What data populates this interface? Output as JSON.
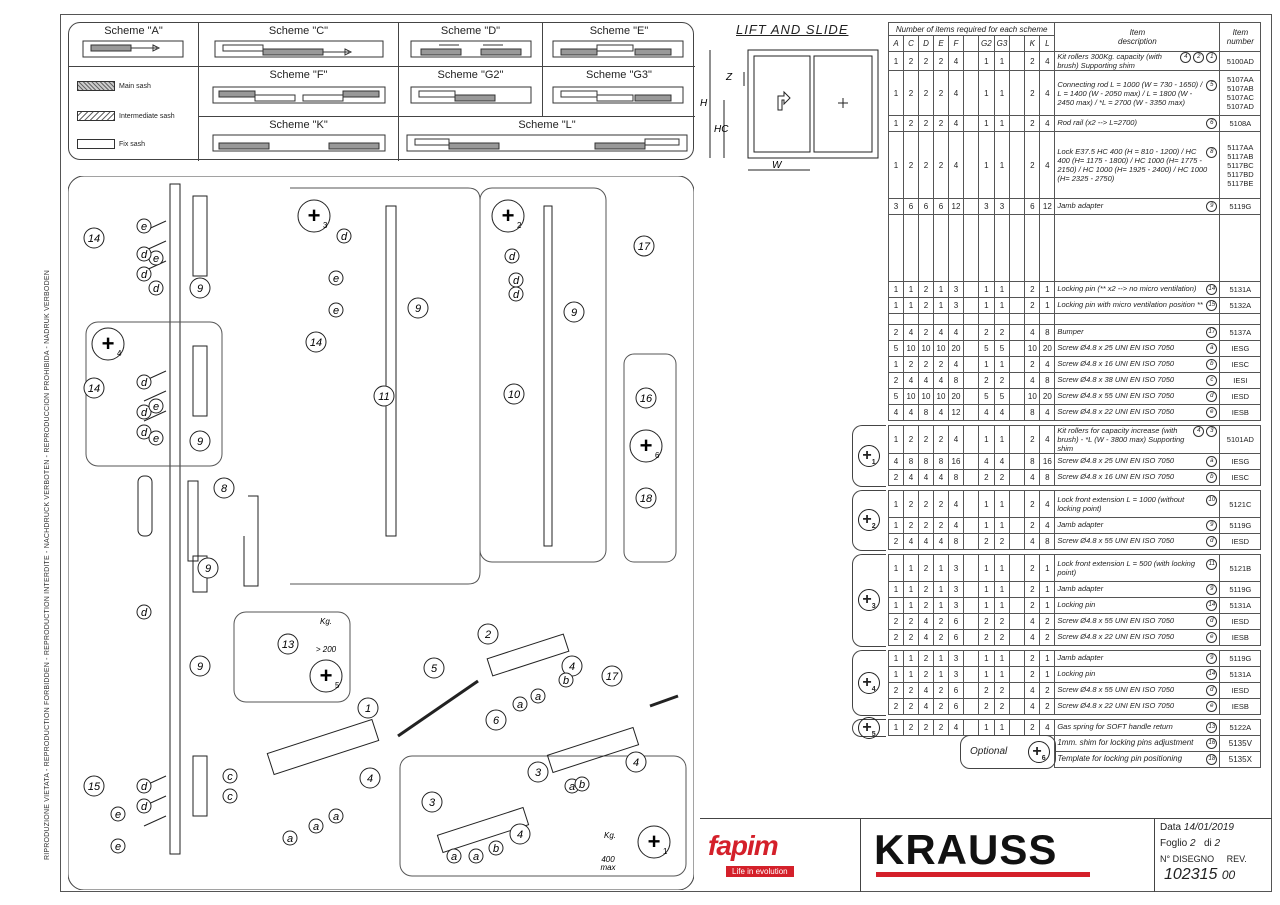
{
  "side_note": "RIPRODUZIONE VIETATA - REPRODUCTION FORBIDDEN - REPRODUCTION INTERDITE - NACHDRUCK VERBOTEN - REPRODUCCION PROHIBIDA - NADRUK VERBODEN",
  "schemes": [
    {
      "label": "Scheme  \"A\""
    },
    {
      "label": "Scheme  \"C\""
    },
    {
      "label": "Scheme  \"D\""
    },
    {
      "label": "Scheme  \"E\""
    },
    {
      "label": "Scheme  \"F\""
    },
    {
      "label": "Scheme  \"G2\""
    },
    {
      "label": "Scheme  \"G3\""
    },
    {
      "label": "Scheme  \"K\""
    },
    {
      "label": "Scheme  \"L\""
    }
  ],
  "legend": {
    "main": "Main sash",
    "inter": "Intermediate sash",
    "fix": "Fix sash"
  },
  "lift_slide": {
    "title": "LIFT  AND  SLIDE",
    "dims": [
      "Z",
      "H",
      "HC",
      "W"
    ]
  },
  "table": {
    "header_qty": "Number of items required for each scheme",
    "header_desc": "Item\ndescription",
    "header_num": "Item\nnumber",
    "cols": [
      "A",
      "C",
      "D",
      "E",
      "F",
      "",
      "G2",
      "G3",
      "",
      "K",
      "L"
    ]
  },
  "rows": [
    {
      "q": [
        "1",
        "2",
        "2",
        "2",
        "4",
        "",
        "1",
        "1",
        "",
        "2",
        "4"
      ],
      "d": "Kit rollers 300Kg. capacity (with brush) Supporting shim",
      "c": "1 2 4",
      "n": "5100AD"
    },
    {
      "q": [
        "1",
        "2",
        "2",
        "2",
        "4",
        "",
        "1",
        "1",
        "",
        "2",
        "4"
      ],
      "d": "Connecting rod  L = 1000 (W = 730 - 1650) / L = 1400 (W - 2050 max) / L = 1800 (W - 2450 max) / *L = 2700 (W - 3350 max)",
      "c": "5",
      "n": "5107AA 5107AB 5107AC 5107AD"
    },
    {
      "q": [
        "1",
        "2",
        "2",
        "2",
        "4",
        "",
        "1",
        "1",
        "",
        "2",
        "4"
      ],
      "d": "Rod rail   (x2 --> L=2700)",
      "c": "6",
      "n": "5108A"
    },
    {
      "q": [
        "1",
        "2",
        "2",
        "2",
        "4",
        "",
        "1",
        "1",
        "",
        "2",
        "4"
      ],
      "d": "Lock E37.5  HC 400 (H = 810 - 1200) / HC 400 (H= 1175 - 1800) / HC 1000 (H= 1775 - 2150) / HC 1000 (H= 1925 - 2400) / HC 1000 (H= 2325 - 2750)",
      "c": "8",
      "n": "5117AA 5117AB 5117BC 5117BD 5117BE"
    },
    {
      "q": [
        "3",
        "6",
        "6",
        "6",
        "12",
        "",
        "3",
        "3",
        "",
        "6",
        "12"
      ],
      "d": "Jamb adapter",
      "c": "9",
      "n": "5119G"
    },
    {
      "q": [
        "1",
        "1",
        "2",
        "1",
        "3",
        "",
        "1",
        "1",
        "",
        "2",
        "1"
      ],
      "d": "Locking pin (** x2 --> no micro ventilation)",
      "c": "14",
      "n": "5131A"
    },
    {
      "q": [
        "1",
        "1",
        "2",
        "1",
        "3",
        "",
        "1",
        "1",
        "",
        "2",
        "1"
      ],
      "d": "Locking pin with micro ventilation position **",
      "c": "15",
      "n": "5132A"
    },
    {
      "q": [
        "2",
        "4",
        "2",
        "4",
        "4",
        "",
        "2",
        "2",
        "",
        "4",
        "8"
      ],
      "d": "Bumper",
      "c": "17",
      "n": "5137A"
    },
    {
      "q": [
        "5",
        "10",
        "10",
        "10",
        "20",
        "",
        "5",
        "5",
        "",
        "10",
        "20"
      ],
      "d": "Screw Ø4.8 x 25 UNI EN ISO 7050",
      "c": "a",
      "n": "IESG"
    },
    {
      "q": [
        "1",
        "2",
        "2",
        "2",
        "4",
        "",
        "1",
        "1",
        "",
        "2",
        "4"
      ],
      "d": "Screw Ø4.8 x 16 UNI EN ISO 7050",
      "c": "b",
      "n": "IESC"
    },
    {
      "q": [
        "2",
        "4",
        "4",
        "4",
        "8",
        "",
        "2",
        "2",
        "",
        "4",
        "8"
      ],
      "d": "Screw Ø4.8 x 38 UNI EN ISO 7050",
      "c": "c",
      "n": "IESI"
    },
    {
      "q": [
        "5",
        "10",
        "10",
        "10",
        "20",
        "",
        "5",
        "5",
        "",
        "10",
        "20"
      ],
      "d": "Screw Ø4.8 x 55 UNI EN ISO 7050",
      "c": "d",
      "n": "IESD"
    },
    {
      "q": [
        "4",
        "4",
        "8",
        "4",
        "12",
        "",
        "4",
        "4",
        "",
        "8",
        "4"
      ],
      "d": "Screw Ø4.8 x 22 UNI EN ISO 7050",
      "c": "e",
      "n": "IESB"
    }
  ],
  "groups": [
    {
      "tag": "+1",
      "rows": [
        {
          "q": [
            "1",
            "2",
            "2",
            "2",
            "4",
            "",
            "1",
            "1",
            "",
            "2",
            "4"
          ],
          "d": "Kit rollers for capacity increase (with brush) - *L (W - 3800 max) Supporting shim",
          "c": "3 4",
          "n": "5101AD"
        },
        {
          "q": [
            "4",
            "8",
            "8",
            "8",
            "16",
            "",
            "4",
            "4",
            "",
            "8",
            "16"
          ],
          "d": "Screw Ø4.8 x 25 UNI EN ISO 7050",
          "c": "a",
          "n": "IESG"
        },
        {
          "q": [
            "2",
            "4",
            "4",
            "4",
            "8",
            "",
            "2",
            "2",
            "",
            "4",
            "8"
          ],
          "d": "Screw Ø4.8 x 16 UNI EN ISO 7050",
          "c": "b",
          "n": "IESC"
        }
      ]
    },
    {
      "tag": "+2",
      "rows": [
        {
          "q": [
            "1",
            "2",
            "2",
            "2",
            "4",
            "",
            "1",
            "1",
            "",
            "2",
            "4"
          ],
          "d": "Lock front extension L = 1000 (without locking point)",
          "c": "10",
          "n": "5121C"
        },
        {
          "q": [
            "1",
            "2",
            "2",
            "2",
            "4",
            "",
            "1",
            "1",
            "",
            "2",
            "4"
          ],
          "d": "Jamb adapter",
          "c": "9",
          "n": "5119G"
        },
        {
          "q": [
            "2",
            "4",
            "4",
            "4",
            "8",
            "",
            "2",
            "2",
            "",
            "4",
            "8"
          ],
          "d": "Screw Ø4.8 x 55 UNI EN ISO 7050",
          "c": "d",
          "n": "IESD"
        }
      ]
    },
    {
      "tag": "+3",
      "rows": [
        {
          "q": [
            "1",
            "1",
            "2",
            "1",
            "3",
            "",
            "1",
            "1",
            "",
            "2",
            "1"
          ],
          "d": "Lock front extension L = 500 (with locking point)",
          "c": "11",
          "n": "5121B"
        },
        {
          "q": [
            "1",
            "1",
            "2",
            "1",
            "3",
            "",
            "1",
            "1",
            "",
            "2",
            "1"
          ],
          "d": "Jamb adapter",
          "c": "9",
          "n": "5119G"
        },
        {
          "q": [
            "1",
            "1",
            "2",
            "1",
            "3",
            "",
            "1",
            "1",
            "",
            "2",
            "1"
          ],
          "d": "Locking pin",
          "c": "14",
          "n": "5131A"
        },
        {
          "q": [
            "2",
            "2",
            "4",
            "2",
            "6",
            "",
            "2",
            "2",
            "",
            "4",
            "2"
          ],
          "d": "Screw Ø4.8 x 55 UNI EN ISO 7050",
          "c": "d",
          "n": "IESD"
        },
        {
          "q": [
            "2",
            "2",
            "4",
            "2",
            "6",
            "",
            "2",
            "2",
            "",
            "4",
            "2"
          ],
          "d": "Screw Ø4.8 x 22 UNI EN ISO 7050",
          "c": "e",
          "n": "IESB"
        }
      ]
    },
    {
      "tag": "+4",
      "rows": [
        {
          "q": [
            "1",
            "1",
            "2",
            "1",
            "3",
            "",
            "1",
            "1",
            "",
            "2",
            "1"
          ],
          "d": "Jamb adapter",
          "c": "9",
          "n": "5119G"
        },
        {
          "q": [
            "1",
            "1",
            "2",
            "1",
            "3",
            "",
            "1",
            "1",
            "",
            "2",
            "1"
          ],
          "d": "Locking pin",
          "c": "14",
          "n": "5131A"
        },
        {
          "q": [
            "2",
            "2",
            "4",
            "2",
            "6",
            "",
            "2",
            "2",
            "",
            "4",
            "2"
          ],
          "d": "Screw Ø4.8 x 55 UNI EN ISO 7050",
          "c": "d",
          "n": "IESD"
        },
        {
          "q": [
            "2",
            "2",
            "4",
            "2",
            "6",
            "",
            "2",
            "2",
            "",
            "4",
            "2"
          ],
          "d": "Screw Ø4.8 x 22 UNI EN ISO 7050",
          "c": "e",
          "n": "IESB"
        }
      ]
    },
    {
      "tag": "+5",
      "rows": [
        {
          "q": [
            "1",
            "2",
            "2",
            "2",
            "4",
            "",
            "1",
            "1",
            "",
            "2",
            "4"
          ],
          "d": "Gas spring for SOFT handle return",
          "c": "13",
          "n": "5122A"
        }
      ]
    }
  ],
  "optional": {
    "label": "Optional",
    "tag": "+6",
    "rows": [
      {
        "d": "1mm. shim for locking pins adjustment",
        "c": "16",
        "n": "5135V"
      },
      {
        "d": "Template for locking pin positioning",
        "c": "18",
        "n": "5135X"
      }
    ]
  },
  "title_block": {
    "fapim": "fapim",
    "fapim_sub": "Life in evolution",
    "krauss": "KRAUSS",
    "data_label": "Data",
    "data": "14/01/2019",
    "foglio_label": "Foglio",
    "foglio": "2",
    "di": "di",
    "foglio_tot": "2",
    "disegno_label": "N° DISEGNO",
    "rev_label": "REV.",
    "disegno": "102315",
    "rev": "00"
  },
  "diagram": {
    "callouts": [
      "14",
      "e",
      "e",
      "d",
      "d",
      "d",
      "9",
      "9",
      "d",
      "d",
      "d",
      "14",
      "e",
      "e",
      "8",
      "9",
      "d",
      "9",
      "d",
      "d",
      "c",
      "c",
      "15",
      "e",
      "e",
      "a",
      "a",
      "a",
      "1",
      "4",
      "+3",
      "d",
      "e",
      "e",
      "9",
      "14",
      "11",
      "+2",
      "d",
      "d",
      "d",
      "9",
      "10",
      "17",
      "16",
      "18",
      "13",
      "Kg.",
      "> 200",
      "5",
      "6",
      "2",
      "4",
      "a",
      "a",
      "b",
      "17",
      "3",
      "4",
      "a",
      "b",
      "3",
      "4",
      "a",
      "a",
      "b",
      "Kg.",
      "400",
      "max"
    ],
    "tags": [
      "+4",
      "+3",
      "+2",
      "+6",
      "+5",
      "+1"
    ]
  }
}
